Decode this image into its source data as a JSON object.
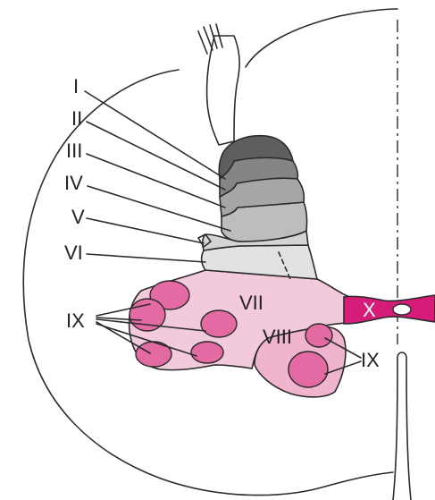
{
  "labels": {
    "lamina_1": "I",
    "lamina_2": "II",
    "lamina_3": "III",
    "lamina_4": "IV",
    "lamina_5": "V",
    "lamina_6": "VI",
    "lamina_7": "VII",
    "lamina_8": "VIII",
    "lamina_9_left": "IX",
    "lamina_9_right": "IX",
    "lamina_10": "X"
  },
  "colors": {
    "lamina_1": "#5e5e5e",
    "lamina_2": "#858585",
    "lamina_3": "#a6a6a6",
    "lamina_4": "#bdbdbd",
    "lamina_5": "#d4d4d4",
    "lamina_6": "#e2e2e2",
    "lamina_7": "#f3c9dc",
    "lamina_8": "#f0b4cf",
    "lamina_9": "#e46aa3",
    "lamina_10": "#d41c78",
    "outline": "#2b2b2b"
  }
}
